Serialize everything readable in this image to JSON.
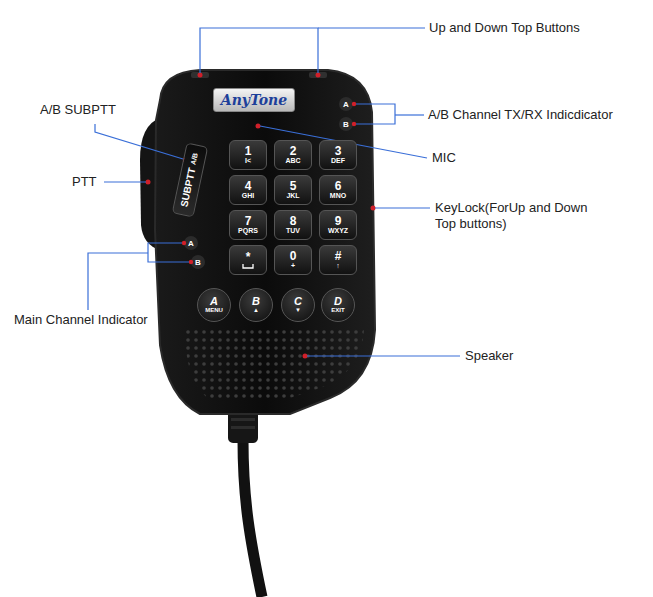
{
  "diagram": {
    "nodes": [
      {
        "text": [
          "AnyTone"
        ]
      },
      {
        "text": [
          "SUBPTT",
          "A/B"
        ]
      },
      {
        "text": [
          "1",
          "I<"
        ]
      },
      {
        "text": [
          "2",
          "ABC"
        ]
      },
      {
        "text": [
          "3",
          "DEF"
        ]
      },
      {
        "text": [
          "4",
          "GHI"
        ]
      },
      {
        "text": [
          "5",
          "JKL"
        ]
      },
      {
        "text": [
          "6",
          "MNO"
        ]
      },
      {
        "text": [
          "7",
          "PQRS"
        ]
      },
      {
        "text": [
          "8",
          "TUV"
        ]
      },
      {
        "text": [
          "9",
          "WXYZ"
        ]
      },
      {
        "text": [
          "*"
        ]
      },
      {
        "text": [
          "0",
          "+"
        ]
      },
      {
        "text": [
          "#",
          "↑"
        ]
      },
      {
        "text": [
          "A",
          "MENU"
        ]
      },
      {
        "text": [
          "B",
          "▲"
        ]
      },
      {
        "text": [
          "C",
          "▼"
        ]
      },
      {
        "text": [
          "D",
          "EXIT"
        ]
      }
    ],
    "labels": [
      "Up and Down Top Buttons",
      "A/B SUBPTT",
      "A",
      "B",
      "A/B Channel TX/RX Indicdicator",
      "MIC",
      "PTT",
      "KeyLock(ForUp and Down Top buttons)",
      "A",
      "B",
      "Main Channel Indicator",
      "Speaker"
    ]
  }
}
